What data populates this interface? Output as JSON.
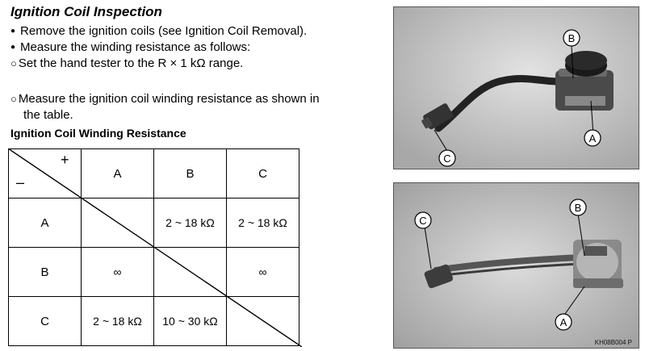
{
  "doc": {
    "title": "Ignition Coil Inspection",
    "bullets": [
      "Remove the ignition coils (see Ignition Coil Removal).",
      "Measure the winding resistance as follows:"
    ],
    "step1": "Set the hand tester to the R × 1 kΩ range.",
    "step2_line1": "Measure the ignition coil winding resistance as shown in",
    "step2_line2": "the table.",
    "table_title": "Ignition Coil Winding Resistance"
  },
  "table": {
    "plus": "+",
    "minus": "–",
    "col_headers": [
      "A",
      "B",
      "C"
    ],
    "rows": [
      {
        "label": "A",
        "cells": [
          "",
          "2 ~ 18 kΩ",
          "2 ~ 18 kΩ"
        ]
      },
      {
        "label": "B",
        "cells": [
          "∞",
          "",
          "∞"
        ]
      },
      {
        "label": "C",
        "cells": [
          "2 ~ 18 kΩ",
          "10 ~ 30 kΩ",
          ""
        ]
      }
    ]
  },
  "photos": {
    "top": {
      "callouts": [
        "B",
        "A",
        "C"
      ]
    },
    "bottom": {
      "callouts": [
        "C",
        "B",
        "A"
      ],
      "code": "KH08B004 P"
    }
  }
}
